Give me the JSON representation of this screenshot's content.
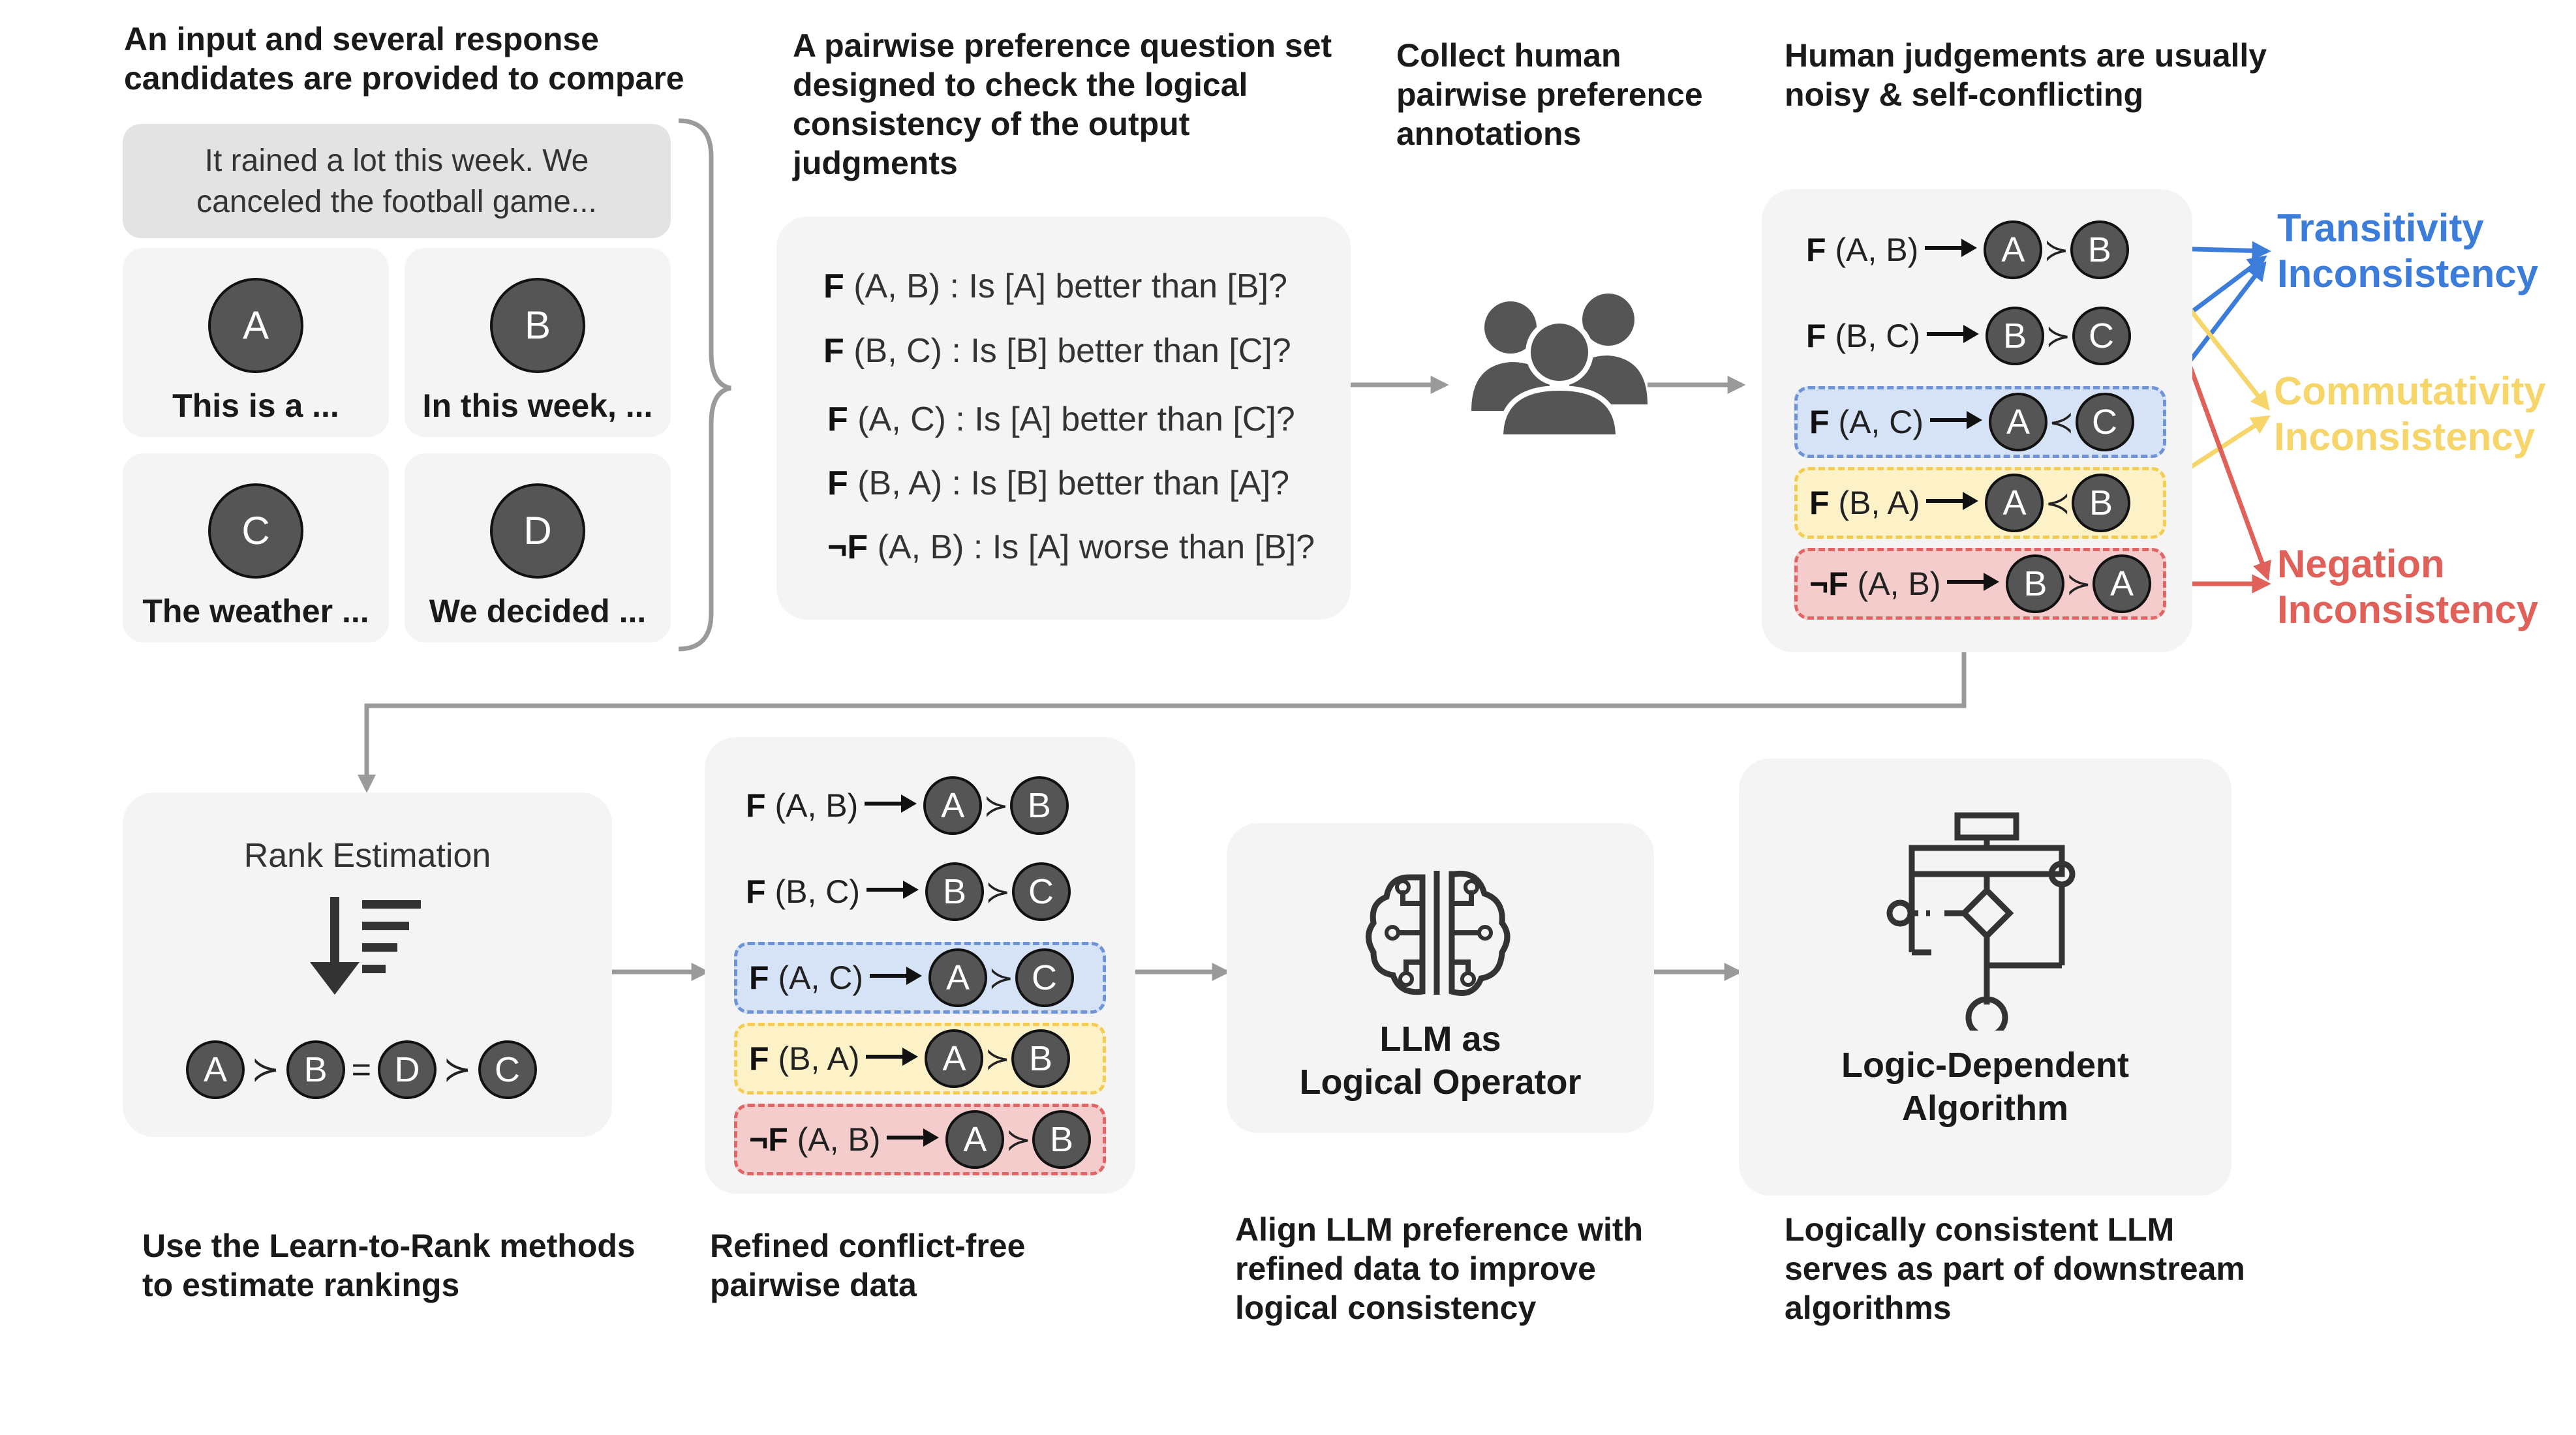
{
  "captions": {
    "c1": "An input and several response candidates are provided to compare",
    "c2": "A pairwise preference question set designed to check the logical consistency of the output judgments",
    "c3": "Collect human pairwise preference annotations",
    "c4": "Human judgements are usually noisy & self-conflicting",
    "c5": "Use the Learn-to-Rank methods to estimate rankings",
    "c6": "Refined conflict-free pairwise data",
    "c7": "Align LLM preference with refined data to improve logical consistency",
    "c8": "Logically consistent LLM serves as part of downstream algorithms"
  },
  "input_text": "It rained a lot this week. We canceled the football game...",
  "candidates": [
    {
      "letter": "A",
      "text": "This is a ..."
    },
    {
      "letter": "B",
      "text": "In this week, ..."
    },
    {
      "letter": "C",
      "text": "The weather ..."
    },
    {
      "letter": "D",
      "text": "We decided ..."
    }
  ],
  "questions": [
    {
      "f": "F",
      "args": " (A, B) : ",
      "text": "Is [A] better than [B]?"
    },
    {
      "f": "F",
      "args": " (B, C) : ",
      "text": "Is [B] better than [C]?"
    },
    {
      "f": "F",
      "args": " (A, C) : ",
      "text": "Is [A] better than [C]?"
    },
    {
      "f": "F",
      "args": " (B, A) : ",
      "text": "Is [B] better than [A]?"
    },
    {
      "f": "¬F",
      "args": " (A, B) : ",
      "text": "Is [A] worse than [B]?"
    }
  ],
  "human_judgements": [
    {
      "f": "F",
      "args": " (A, B)",
      "left": "A",
      "op": "≻",
      "right": "B",
      "style": "plain"
    },
    {
      "f": "F",
      "args": " (B, C)",
      "left": "B",
      "op": "≻",
      "right": "C",
      "style": "plain"
    },
    {
      "f": "F",
      "args": " (A, C)",
      "left": "A",
      "op": "≺",
      "right": "C",
      "style": "blue"
    },
    {
      "f": "F",
      "args": " (B, A)",
      "left": "A",
      "op": "≺",
      "right": "B",
      "style": "yellow"
    },
    {
      "f": "¬F",
      "args": " (A, B)",
      "left": "B",
      "op": "≻",
      "right": "A",
      "style": "red"
    }
  ],
  "inconsistencies": {
    "transitivity": [
      "Transitivity",
      "Inconsistency"
    ],
    "commutativity": [
      "Commutativity",
      "Inconsistency"
    ],
    "negation": [
      "Negation",
      "Inconsistency"
    ]
  },
  "rank": {
    "title": "Rank Estimation",
    "sequence": [
      "A",
      "≻",
      "B",
      "=",
      "D",
      "≻",
      "C"
    ]
  },
  "refined": [
    {
      "f": "F",
      "args": " (A, B)",
      "left": "A",
      "op": "≻",
      "right": "B",
      "style": "plain"
    },
    {
      "f": "F",
      "args": " (B, C)",
      "left": "B",
      "op": "≻",
      "right": "C",
      "style": "plain"
    },
    {
      "f": "F",
      "args": " (A, C)",
      "left": "A",
      "op": "≻",
      "right": "C",
      "style": "blue"
    },
    {
      "f": "F",
      "args": " (B, A)",
      "left": "A",
      "op": "≻",
      "right": "B",
      "style": "yellow"
    },
    {
      "f": "¬F",
      "args": " (A, B)",
      "left": "A",
      "op": "≻",
      "right": "B",
      "style": "red"
    }
  ],
  "llm": {
    "line1": "LLM as",
    "line2": "Logical Operator"
  },
  "algo": {
    "line1": "Logic-Dependent",
    "line2": "Algorithm"
  },
  "colors": {
    "transitivity": "#3b7dd8",
    "commutativity": "#f6d66b",
    "negation": "#e0605a",
    "arrow_gray": "#9a9a9a",
    "node_fill": "#555555"
  }
}
